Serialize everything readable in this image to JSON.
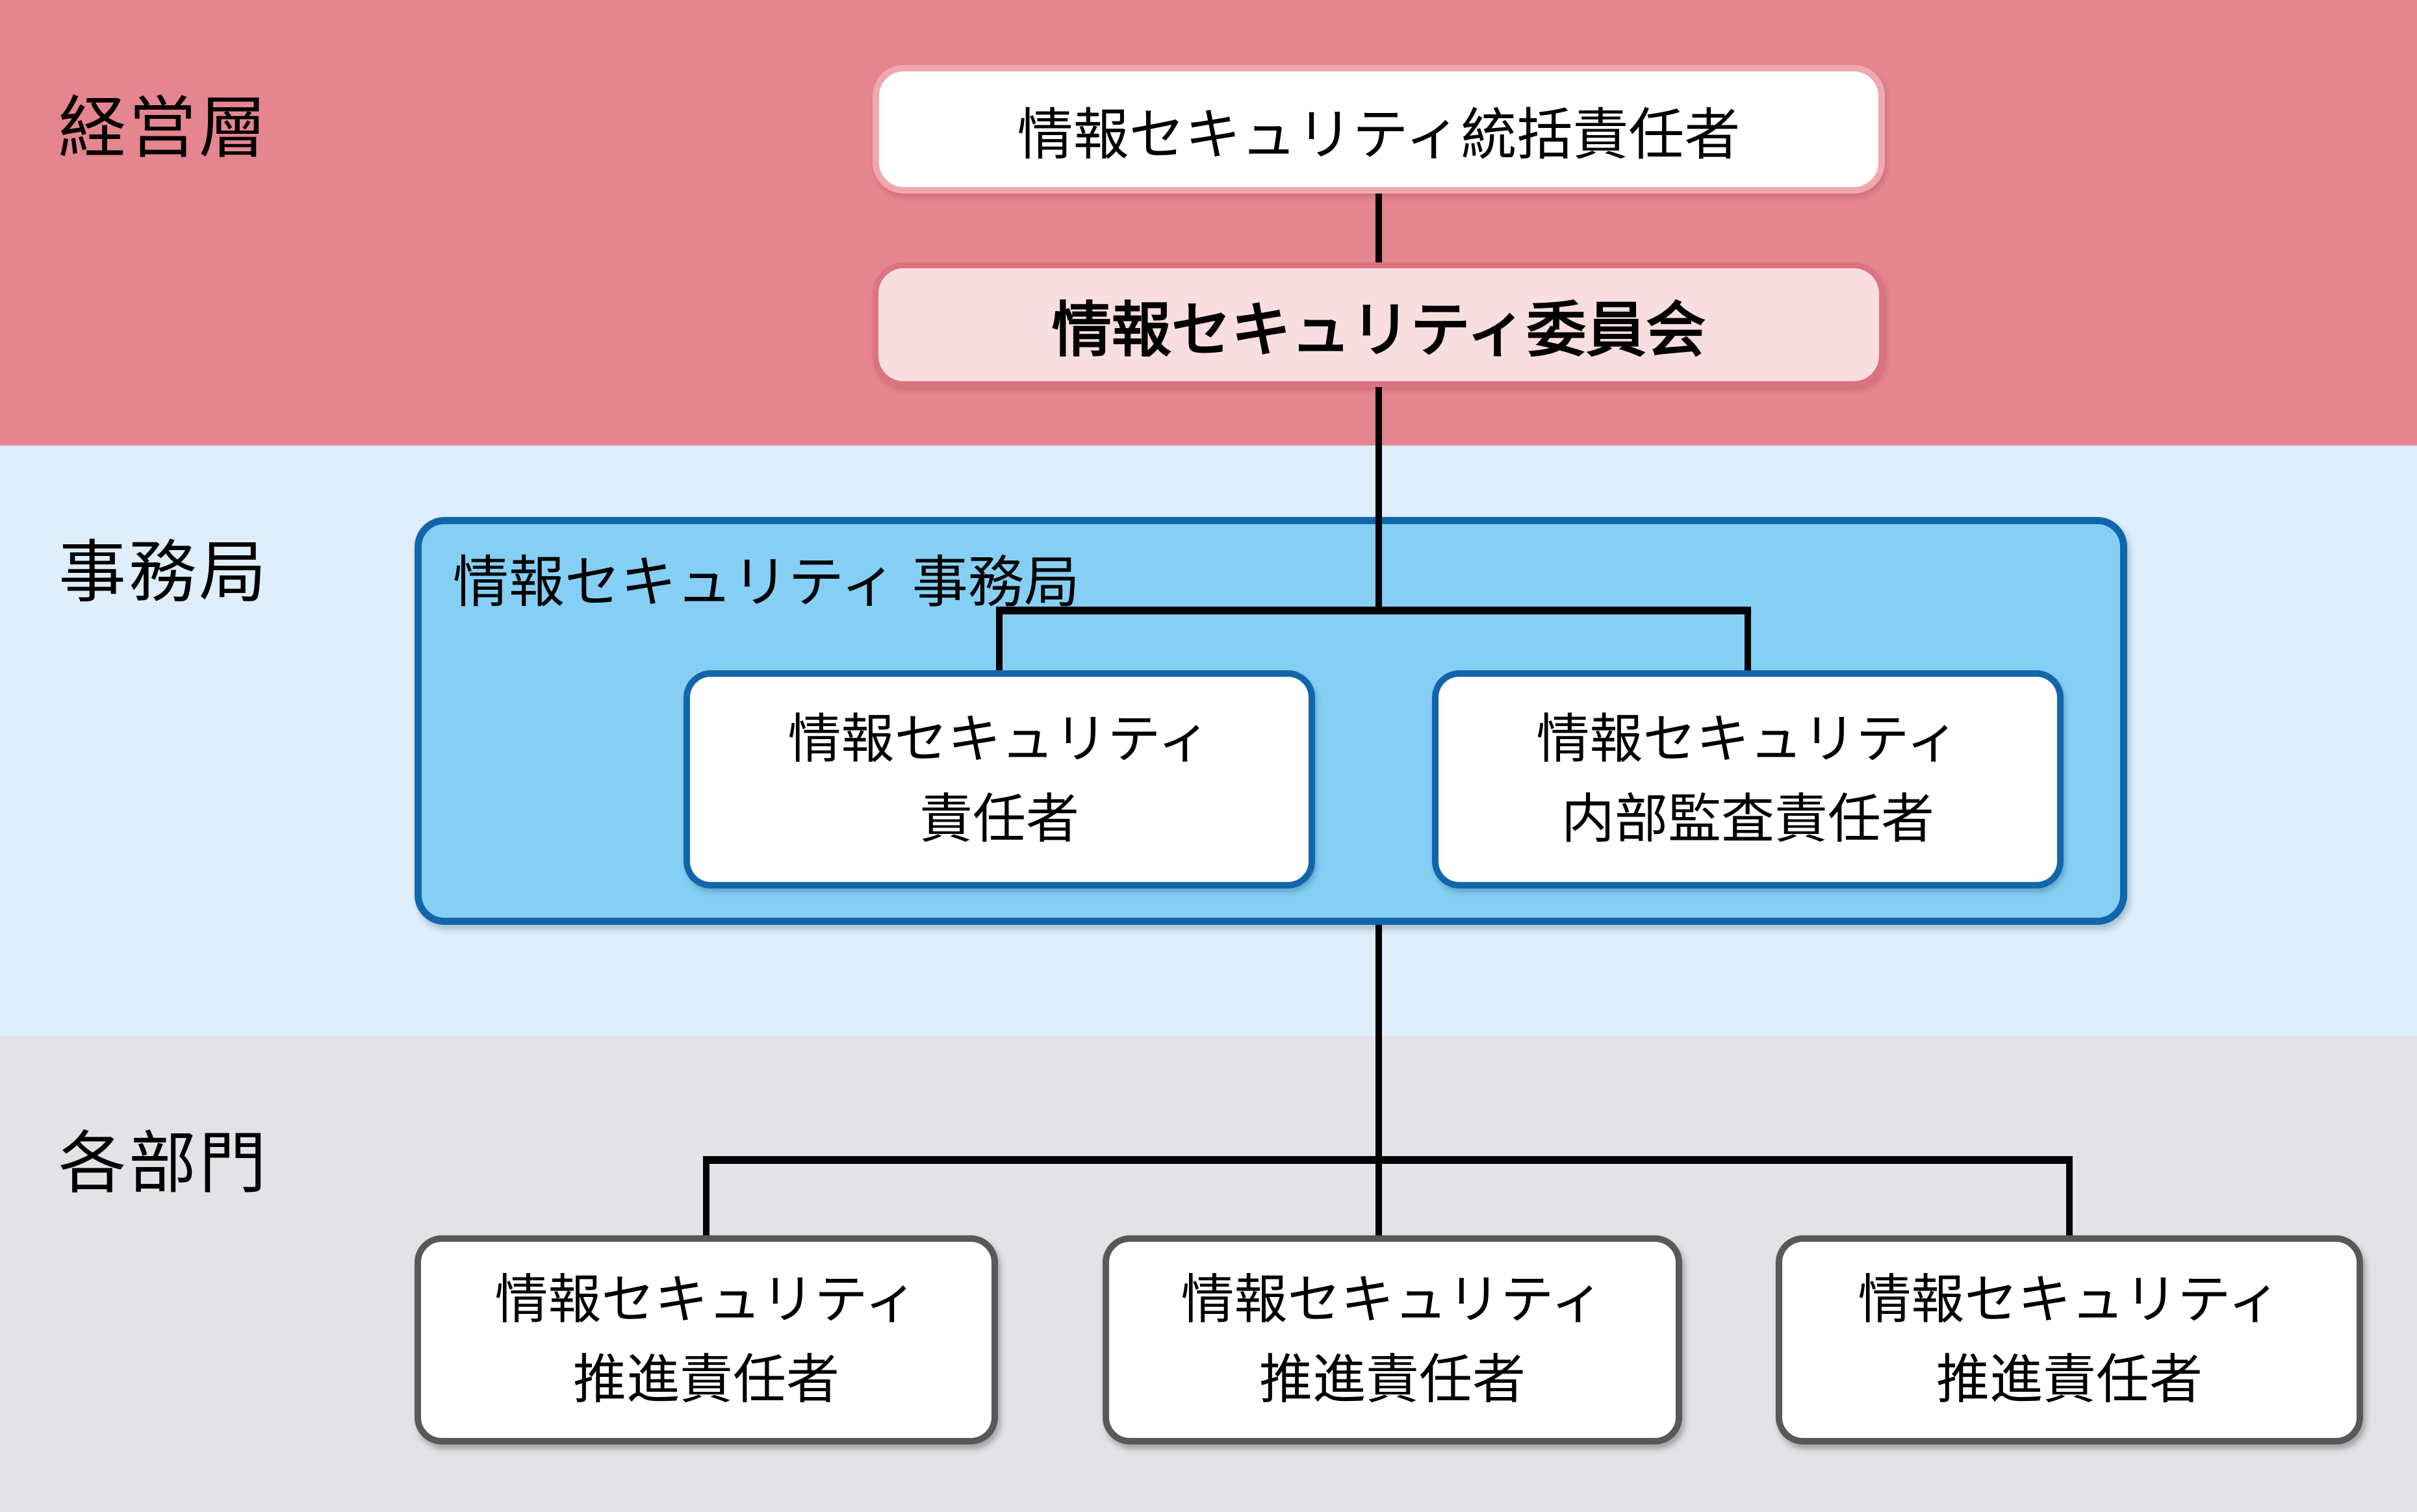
{
  "bands": [
    {
      "id": "management",
      "label": "経営層",
      "bg": "#E5858F"
    },
    {
      "id": "secretariat",
      "label": "事務局",
      "bg": "#DEEEFA"
    },
    {
      "id": "departments",
      "label": "各部門",
      "bg": "#E3E2E7"
    }
  ],
  "nodes": {
    "chief": {
      "label": "情報セキュリティ統括責任者"
    },
    "committee": {
      "label": "情報セキュリティ委員会"
    },
    "office": {
      "line1": "情報セキュリティ",
      "line2": "事務局"
    },
    "officer": {
      "line1": "情報セキュリティ",
      "line2": "責任者"
    },
    "auditor": {
      "line1": "情報セキュリティ",
      "line2": "内部監査責任者"
    },
    "promoters": [
      {
        "line1": "情報セキュリティ",
        "line2": "推進責任者"
      },
      {
        "line1": "情報セキュリティ",
        "line2": "推進責任者"
      },
      {
        "line1": "情報セキュリティ",
        "line2": "推進責任者"
      }
    ]
  },
  "colors": {
    "band_management": "#E5858F",
    "band_secretariat": "#DEEEFA",
    "band_departments": "#E3E2E7",
    "chief_border": "#F0A8B0",
    "committee_fill": "#F8DEE0",
    "committee_border": "#DB7380",
    "office_fill": "#85CFF4",
    "office_border": "#1166AB",
    "promoter_border": "#595757",
    "connector": "#000000",
    "text": "#000000"
  }
}
